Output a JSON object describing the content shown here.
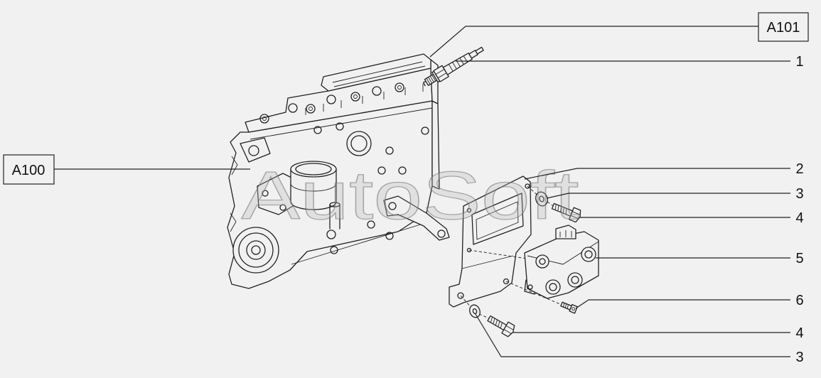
{
  "callouts": {
    "a101": "A101",
    "a100": "A100",
    "item_1": "1",
    "item_2": "2",
    "item_3_upper": "3",
    "item_4_upper": "4",
    "item_5": "5",
    "item_6": "6",
    "item_4_lower": "4",
    "item_3_lower": "3"
  },
  "watermark": "AutoSoft",
  "colors": {
    "background": "#f1f1f1",
    "line": "#222222"
  }
}
